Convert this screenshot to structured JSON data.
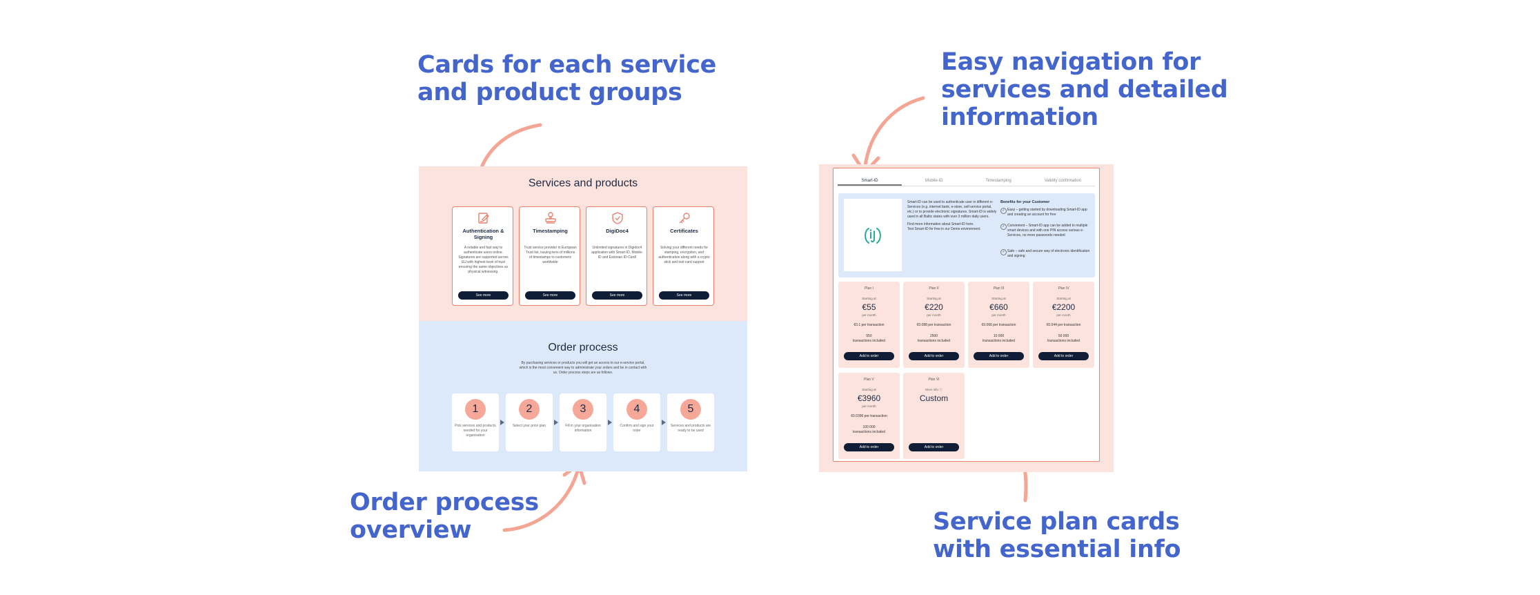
{
  "annotations": {
    "cards": [
      "Cards for each service",
      "and product groups"
    ],
    "navigation": [
      "Easy navigation for",
      "services and detailed",
      "information"
    ],
    "order": [
      "Order process",
      "overview"
    ],
    "plans": [
      "Service plan cards",
      "with essential info"
    ]
  },
  "colors": {
    "annotation": "#4466cc",
    "arrow": "#f4a594",
    "peach": "#fde3dd",
    "blue": "#dce9fb",
    "navy": "#0f1d36"
  },
  "services": {
    "title": "Services and products",
    "cards": [
      {
        "icon": "signature-pen-icon",
        "name": "Authentication & Signing",
        "desc": "A reliable and fast way to authenticate users online. Signatures are supported across EU with highest level of trust ensuring the same objectives as physical witnessing.",
        "button": "See more"
      },
      {
        "icon": "stamp-icon",
        "name": "Timestamping",
        "desc": "Trust service provider in European Trust list, issuing tens of millions of timestamps to customers worldwide",
        "button": "See more"
      },
      {
        "icon": "shield-check-icon",
        "name": "DigiDoc4",
        "desc": "Unlimited signatures in Digidoc4 application with Smart-ID, Mobile-ID and Estonian ID-Card!",
        "button": "See more"
      },
      {
        "icon": "key-icon",
        "name": "Certificates",
        "desc": "Solving your different needs for stamping, encryption, and authentication along with a crypto stick and test card support",
        "button": "See more"
      }
    ]
  },
  "order": {
    "title": "Order process",
    "desc": "By purchasing services or products you will get an access to our e-service portal, which is the most convenient way to administrate your orders and be in contact with us. Order process steps are as follows.",
    "steps": [
      {
        "num": "1",
        "text": "Pick services and products needed for your organisation"
      },
      {
        "num": "2",
        "text": "Select your price plan"
      },
      {
        "num": "3",
        "text": "Fill in your organisation information"
      },
      {
        "num": "4",
        "text": "Confirm and sign your order"
      },
      {
        "num": "5",
        "text": "Services and products are ready to be used"
      }
    ]
  },
  "tabs": [
    "Smart-ID",
    "Mobile-ID",
    "Timestamping",
    "Validity confirmation"
  ],
  "detail": {
    "text": "Smart-ID can be used to authenticate user in different e-Services (e.g. internet bank, e-store, self-service portal, etc.) or to provide electronic signatures. Smart-ID is widely used in all Baltic states with over 3 million daily users.",
    "more": "Find more information about Smart-ID here.",
    "test": "Test Smart-ID for free in our Demo environment.",
    "benefits_title": "Benefits for your Customer",
    "benefits": [
      "Easy – getting started by downloading Smart-ID app and creating an account for free",
      "Convenient – Smart-ID app can be added to multiple smart devices and with one PIN access various e-Services, no more passwords needed",
      "Safe – safe and secure way of electronic identification and signing"
    ]
  },
  "plans": [
    {
      "name": "Plan I",
      "start": "Starting at",
      "price": "€55",
      "per": "per month",
      "rate": "€0.1 per transaction",
      "tx_count": "550",
      "tx_label": "transactions included",
      "button": "Add to order"
    },
    {
      "name": "Plan II",
      "start": "Starting at",
      "price": "€220",
      "per": "per month",
      "rate": "€0.088 per transaction",
      "tx_count": "2500",
      "tx_label": "transactions included",
      "button": "Add to order"
    },
    {
      "name": "Plan III",
      "start": "Starting at",
      "price": "€660",
      "per": "per month",
      "rate": "€0.066 per transaction",
      "tx_count": "10 000",
      "tx_label": "transactions included",
      "button": "Add to order"
    },
    {
      "name": "Plan IV",
      "start": "Starting at",
      "price": "€2200",
      "per": "per month",
      "rate": "€0.044 per transaction",
      "tx_count": "50 000",
      "tx_label": "transactions included",
      "button": "Add to order"
    },
    {
      "name": "Plan V",
      "start": "Starting at",
      "price": "€3960",
      "per": "per month",
      "rate": "€0.0396 per transaction",
      "tx_count": "100 000",
      "tx_label": "transactions included",
      "button": "Add to order"
    }
  ],
  "custom_plan": {
    "name": "Plan VI",
    "label": "More info ⓘ",
    "price": "Custom",
    "button": "Add to order"
  }
}
